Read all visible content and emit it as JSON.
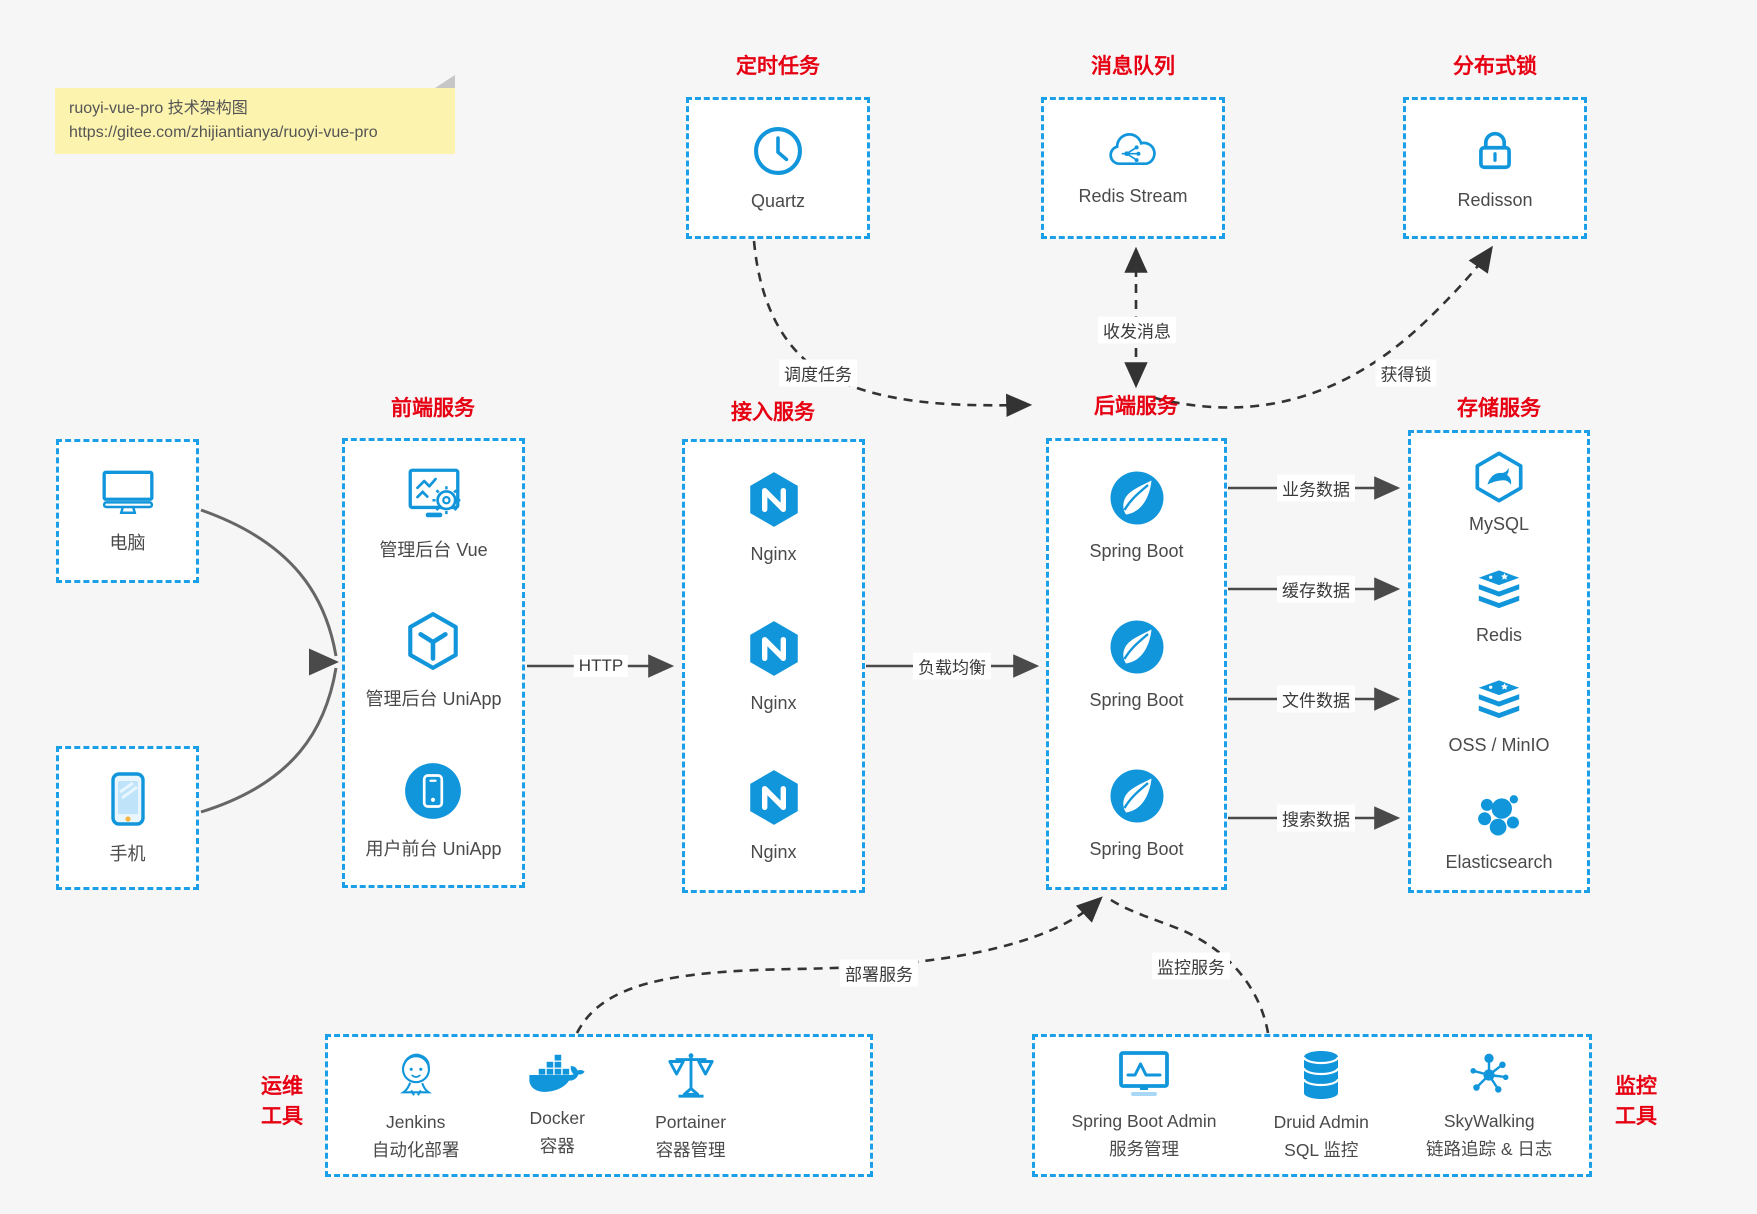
{
  "sticky_note": {
    "line1": "ruoyi-vue-pro 技术架构图",
    "line2": "https://gitee.com/zhijiantianya/ruoyi-vue-pro"
  },
  "groups": {
    "scheduler": {
      "title": "定时任务",
      "items": [
        {
          "label": "Quartz"
        }
      ]
    },
    "mq": {
      "title": "消息队列",
      "items": [
        {
          "label": "Redis Stream"
        }
      ]
    },
    "lock": {
      "title": "分布式锁",
      "items": [
        {
          "label": "Redisson"
        }
      ]
    },
    "clients": {
      "items": [
        {
          "label": "电脑"
        },
        {
          "label": "手机"
        }
      ]
    },
    "frontend": {
      "title": "前端服务",
      "items": [
        {
          "label": "管理后台 Vue"
        },
        {
          "label": "管理后台 UniApp"
        },
        {
          "label": "用户前台 UniApp"
        }
      ]
    },
    "gateway": {
      "title": "接入服务",
      "items": [
        {
          "label": "Nginx"
        },
        {
          "label": "Nginx"
        },
        {
          "label": "Nginx"
        }
      ]
    },
    "backend": {
      "title": "后端服务",
      "items": [
        {
          "label": "Spring Boot"
        },
        {
          "label": "Spring Boot"
        },
        {
          "label": "Spring Boot"
        }
      ]
    },
    "storage": {
      "title": "存储服务",
      "items": [
        {
          "label": "MySQL"
        },
        {
          "label": "Redis"
        },
        {
          "label": "OSS / MinIO"
        },
        {
          "label": "Elasticsearch"
        }
      ]
    },
    "ops": {
      "side_label": [
        "运维",
        "工具"
      ],
      "items": [
        {
          "name": "Jenkins",
          "desc": "自动化部署"
        },
        {
          "name": "Docker",
          "desc": "容器"
        },
        {
          "name": "Portainer",
          "desc": "容器管理"
        }
      ]
    },
    "monitoring": {
      "side_label": [
        "监控",
        "工具"
      ],
      "items": [
        {
          "name": "Spring Boot Admin",
          "desc": "服务管理"
        },
        {
          "name": "Druid Admin",
          "desc": "SQL 监控"
        },
        {
          "name": "SkyWalking",
          "desc": "链路追踪 & 日志"
        }
      ]
    }
  },
  "edges": {
    "http": "HTTP",
    "load_balance": "负载均衡",
    "business_data": "业务数据",
    "cache_data": "缓存数据",
    "file_data": "文件数据",
    "search_data": "搜索数据",
    "schedule_task": "调度任务",
    "send_receive_message": "收发消息",
    "acquire_lock": "获得锁",
    "deploy_service": "部署服务",
    "monitor_service": "监控服务"
  },
  "colors": {
    "icon_blue": "#1296db",
    "dashed_border_blue": "#1b9fe8",
    "title_red": "#e60012",
    "note_bg": "#fbf3ae",
    "solid_arrow": "#4a4a4a",
    "dashed_arrow": "#333333",
    "background": "#f6f6f7"
  }
}
